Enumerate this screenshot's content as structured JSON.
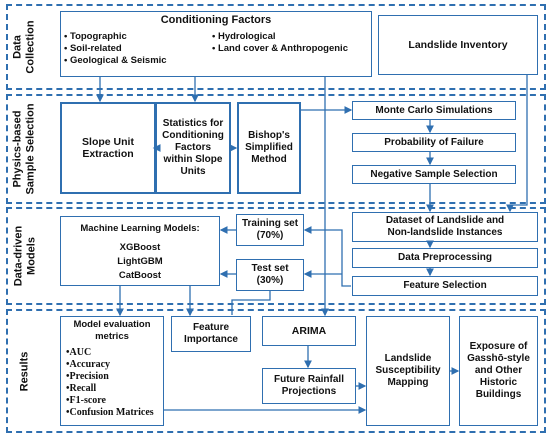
{
  "sections": {
    "data_collection": "Data\nCollection",
    "physics": "Physics-based\nSample Selection",
    "data_driven": "Data-driven\nModels",
    "results": "Results"
  },
  "conditioning": {
    "title": "Conditioning Factors",
    "left": [
      "• Topographic",
      "• Soil-related",
      "• Geological & Seismic"
    ],
    "right": [
      "• Hydrological",
      "• Land cover & Anthropogenic"
    ]
  },
  "landslide_inventory": "Landslide Inventory",
  "slope_unit": "Slope Unit\nExtraction",
  "statistics": "Statistics for\nConditioning\nFactors\nwithin Slope\nUnits",
  "bishop": "Bishop's\nSimplified\nMethod",
  "monte_carlo": "Monte Carlo Simulations",
  "probability": "Probability of Failure",
  "negative_sample": "Negative Sample Selection",
  "ml_models": {
    "title": "Machine Learning Models:",
    "items": [
      "XGBoost",
      "LightGBM",
      "CatBoost"
    ]
  },
  "training_set": "Training set\n(70%)",
  "test_set": "Test set\n(30%)",
  "dataset": "Dataset of  Landslide and\nNon-landslide Instances",
  "preprocessing": "Data Preprocessing",
  "feature_selection": "Feature Selection",
  "evaluation": {
    "title": "Model evaluation\nmetrics",
    "items": [
      "•AUC",
      "•Accuracy",
      "•Precision",
      "•Recall",
      "•F1-score",
      "•Confusion Matrices"
    ]
  },
  "feature_importance": "Feature\nImportance",
  "arima": "ARIMA",
  "future_rainfall": "Future Rainfall\nProjections",
  "susceptibility": "Landslide\nSusceptibility\nMapping",
  "exposure": "Exposure of\nGasshō-style\nand Other\nHistoric\nBuildings",
  "colors": {
    "border": "#2f6fb0",
    "section_dash": "#2f6fb0"
  }
}
